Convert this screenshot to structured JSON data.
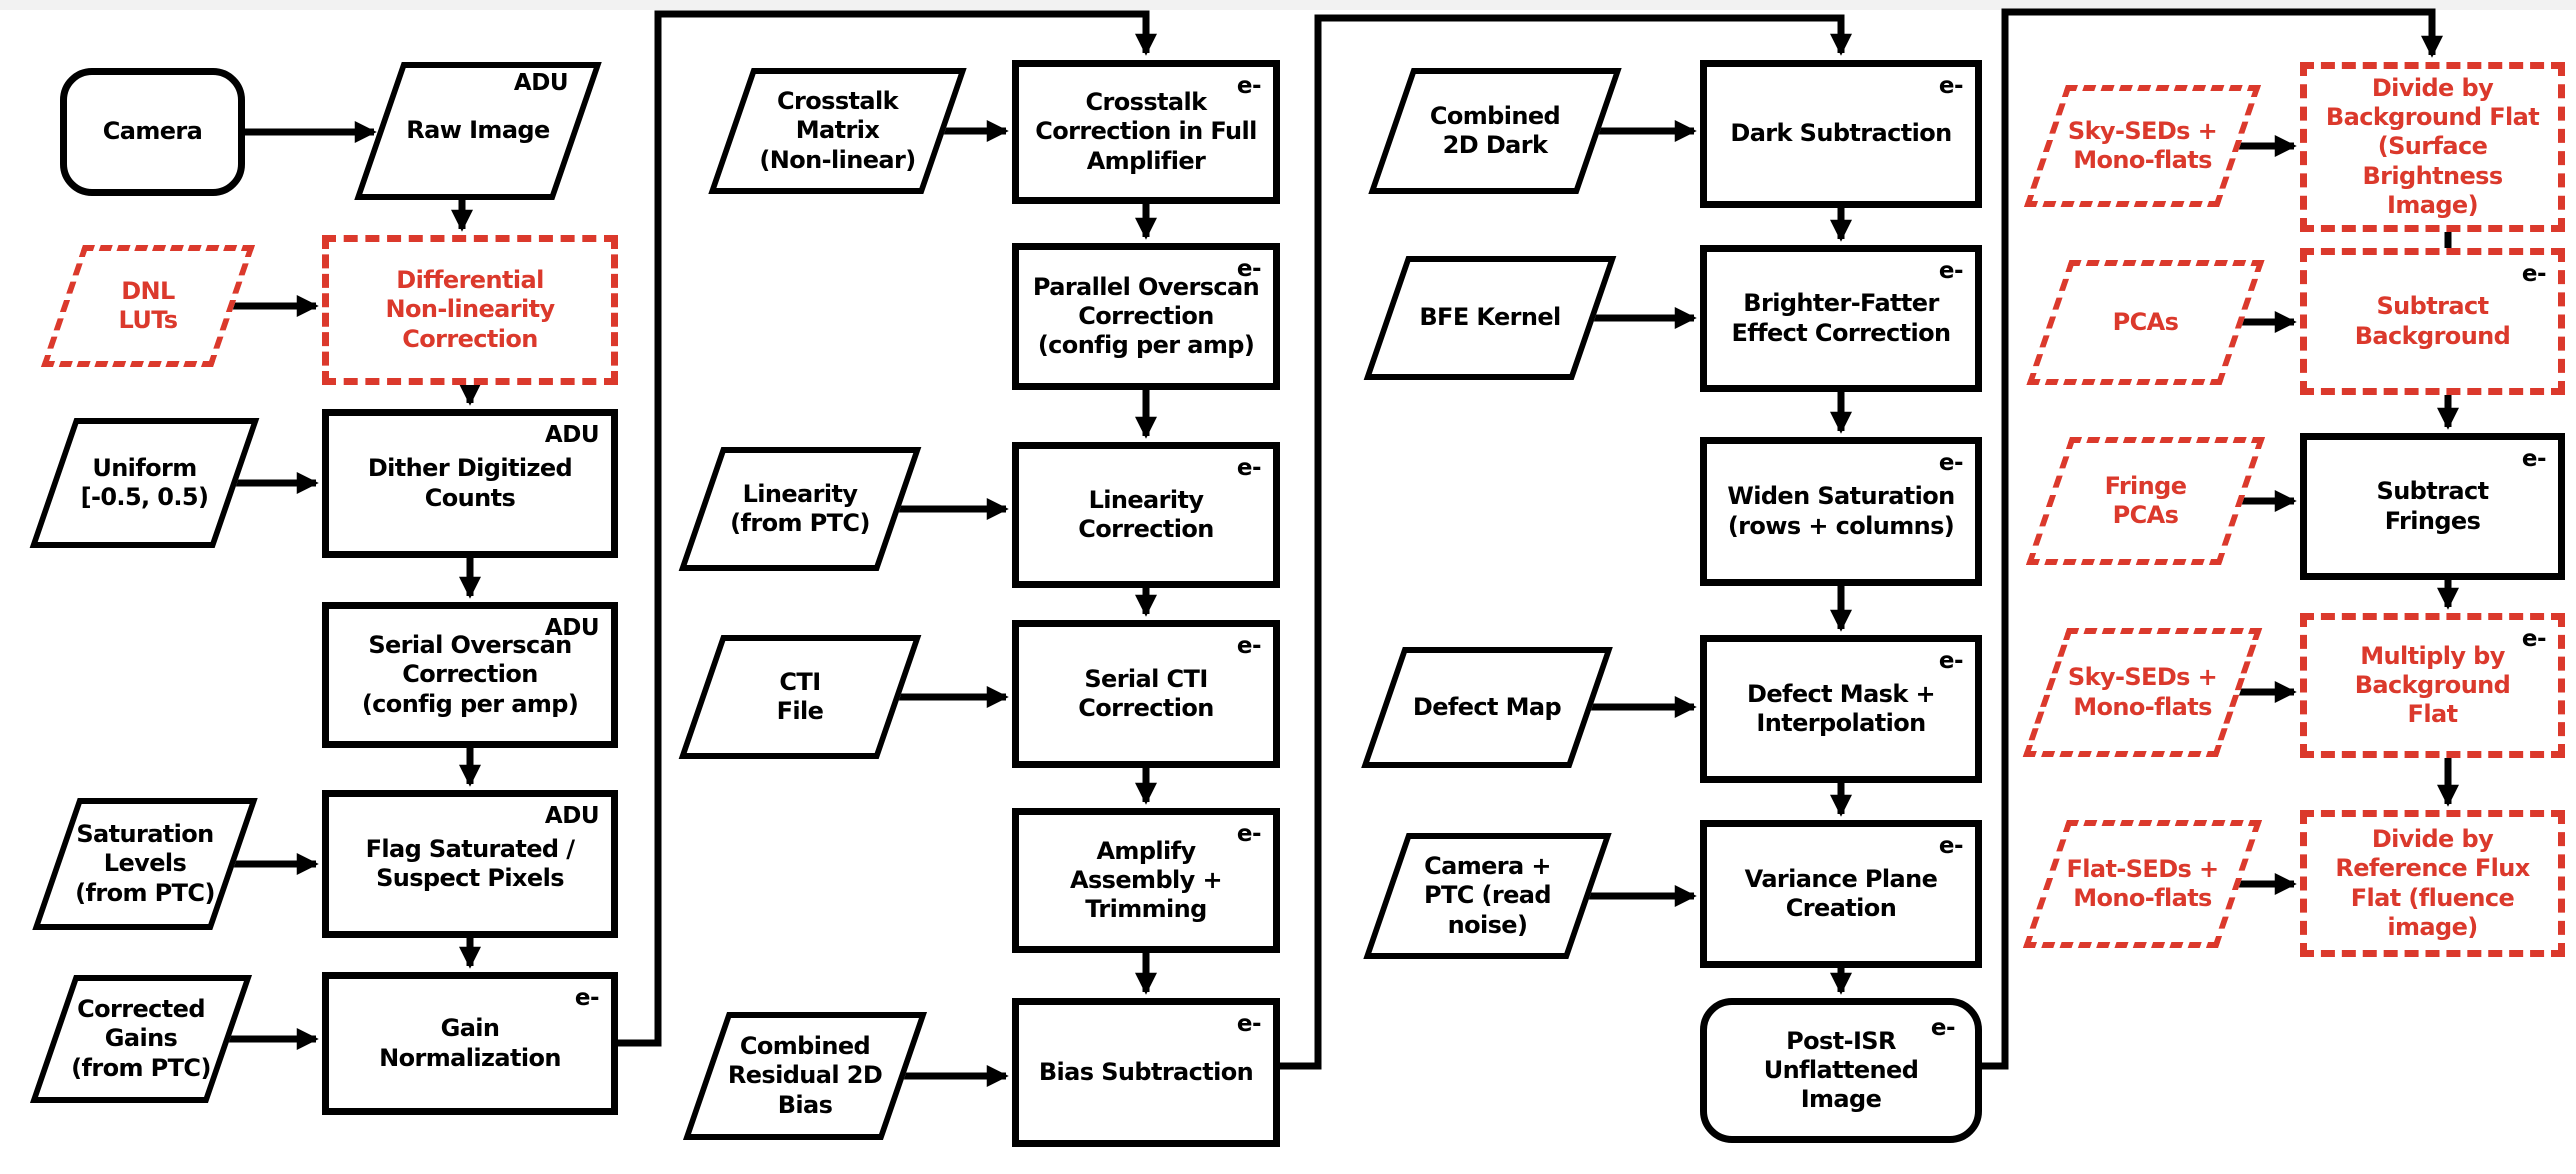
{
  "palette": {
    "red": "#DB392C",
    "black": "#000000",
    "background": "#ffffff"
  },
  "nodes": {
    "camera": {
      "label": "Camera"
    },
    "raw_image": {
      "label": "Raw Image",
      "unit": "ADU"
    },
    "dnl_luts": {
      "label": "DNL\nLUTs"
    },
    "diff_nl": {
      "label": "Differential\nNon-linearity\nCorrection"
    },
    "uniform": {
      "label": "Uniform\n[-0.5, 0.5)"
    },
    "dither": {
      "label": "Dither Digitized\nCounts",
      "unit": "ADU"
    },
    "serial_overscan": {
      "label": "Serial Overscan\nCorrection\n(config per amp)",
      "unit": "ADU"
    },
    "sat_levels": {
      "label": "Saturation\nLevels\n(from PTC)"
    },
    "flag_saturated": {
      "label": "Flag Saturated /\nSuspect Pixels",
      "unit": "ADU"
    },
    "corr_gains": {
      "label": "Corrected\nGains\n(from PTC)"
    },
    "gain_norm": {
      "label": "Gain\nNormalization",
      "unit": "e-"
    },
    "crosstalk_matrix": {
      "label": "Crosstalk\nMatrix\n(Non-linear)"
    },
    "crosstalk_corr": {
      "label": "Crosstalk\nCorrection in Full\nAmplifier",
      "unit": "e-"
    },
    "parallel_overscan": {
      "label": "Parallel Overscan\nCorrection\n(config per amp)",
      "unit": "e-"
    },
    "linearity_input": {
      "label": "Linearity\n(from PTC)"
    },
    "linearity_corr": {
      "label": "Linearity\nCorrection",
      "unit": "e-"
    },
    "cti_file": {
      "label": "CTI\nFile"
    },
    "serial_cti": {
      "label": "Serial CTI\nCorrection",
      "unit": "e-"
    },
    "amplify_assembly": {
      "label": "Amplify\nAssembly +\nTrimming",
      "unit": "e-"
    },
    "combined_residual": {
      "label": "Combined\nResidual 2D\nBias"
    },
    "bias_subtraction": {
      "label": "Bias Subtraction",
      "unit": "e-"
    },
    "combined_dark": {
      "label": "Combined\n2D Dark"
    },
    "dark_subtraction": {
      "label": "Dark Subtraction",
      "unit": "e-"
    },
    "bfe_kernel": {
      "label": "BFE Kernel"
    },
    "bfe_correction": {
      "label": "Brighter-Fatter\nEffect Correction",
      "unit": "e-"
    },
    "widen_saturation": {
      "label": "Widen Saturation\n(rows + columns)",
      "unit": "e-"
    },
    "defect_map": {
      "label": "Defect Map"
    },
    "defect_mask": {
      "label": "Defect Mask +\nInterpolation",
      "unit": "e-"
    },
    "camera_ptc": {
      "label": "Camera +\nPTC (read\nnoise)"
    },
    "variance_plane": {
      "label": "Variance Plane\nCreation",
      "unit": "e-"
    },
    "post_isr": {
      "label": "Post-ISR\nUnflattened\nImage",
      "unit": "e-"
    },
    "sky_seds_1": {
      "label": "Sky-SEDs +\nMono-flats"
    },
    "divide_bg_flat": {
      "label": "Divide by\nBackground Flat\n(Surface\nBrightness\nImage)"
    },
    "pcas": {
      "label": "PCAs"
    },
    "subtract_background": {
      "label": "Subtract\nBackground",
      "unit": "e-"
    },
    "fringe_pcas": {
      "label": "Fringe\nPCAs"
    },
    "subtract_fringes": {
      "label": "Subtract\nFringes",
      "unit": "e-"
    },
    "sky_seds_2": {
      "label": "Sky-SEDs +\nMono-flats"
    },
    "multiply_bg_flat": {
      "label": "Multiply by\nBackground\nFlat",
      "unit": "e-"
    },
    "flat_seds": {
      "label": "Flat-SEDs +\nMono-flats"
    },
    "divide_ref_flat": {
      "label": "Divide by\nReference Flux\nFlat (fluence\nimage)"
    }
  }
}
